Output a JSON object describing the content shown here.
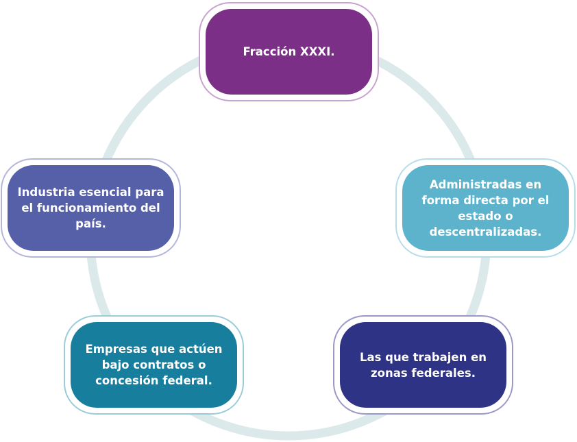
{
  "diagram": {
    "ring_color": "#dbe9ea",
    "nodes": [
      {
        "id": "top",
        "label": "Fracción XXXI.",
        "fill": "#7b2f86",
        "outline": "#c9a3cf"
      },
      {
        "id": "right",
        "label": "Administradas en forma directa por el estado o descentralizadas.",
        "fill": "#5eb3cc",
        "outline": "#b7dde8"
      },
      {
        "id": "bottom-right",
        "label": "Las que trabajen en zonas federales.",
        "fill": "#2f3386",
        "outline": "#9a98c8"
      },
      {
        "id": "bottom-left",
        "label": "Empresas que actúen bajo contratos o concesión federal.",
        "fill": "#187e9e",
        "outline": "#9ccbd8"
      },
      {
        "id": "left",
        "label": "Industria esencial para el funcionamiento del país.",
        "fill": "#5560a8",
        "outline": "#b3b6d9"
      }
    ]
  }
}
